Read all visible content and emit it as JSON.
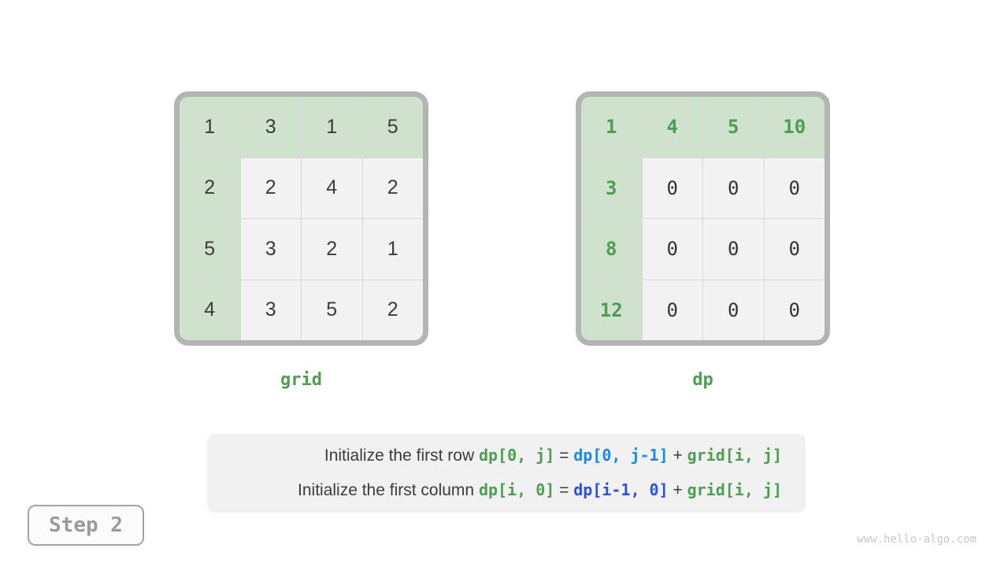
{
  "grids": [
    {
      "name": "grid",
      "label": "grid",
      "cell_font": "sans",
      "highlight_values_green": false,
      "rows": [
        [
          "1",
          "3",
          "1",
          "5"
        ],
        [
          "2",
          "2",
          "4",
          "2"
        ],
        [
          "5",
          "3",
          "2",
          "1"
        ],
        [
          "4",
          "3",
          "5",
          "2"
        ]
      ]
    },
    {
      "name": "dp",
      "label": "dp",
      "cell_font": "mono",
      "highlight_values_green": true,
      "rows": [
        [
          "1",
          "4",
          "5",
          "10"
        ],
        [
          "3",
          "0",
          "0",
          "0"
        ],
        [
          "8",
          "0",
          "0",
          "0"
        ],
        [
          "12",
          "0",
          "0",
          "0"
        ]
      ]
    }
  ],
  "caption": {
    "lines": [
      {
        "segments": [
          {
            "text": "Initialize the first row ",
            "style": "plain"
          },
          {
            "text": "dp[0, j]",
            "style": "code-green"
          },
          {
            "text": " = ",
            "style": "plain"
          },
          {
            "text": "dp[0, j-1]",
            "style": "code-blue-light"
          },
          {
            "text": " + ",
            "style": "plain"
          },
          {
            "text": "grid[i, j]",
            "style": "code-green"
          }
        ]
      },
      {
        "segments": [
          {
            "text": "Initialize the first column ",
            "style": "plain"
          },
          {
            "text": "dp[i, 0]",
            "style": "code-green"
          },
          {
            "text": " = ",
            "style": "plain"
          },
          {
            "text": "dp[i-1, 0]",
            "style": "code-blue-dark"
          },
          {
            "text": " + ",
            "style": "plain"
          },
          {
            "text": "grid[i, j]",
            "style": "code-green"
          }
        ]
      }
    ]
  },
  "step_badge": {
    "label": "Step 2"
  },
  "watermark": {
    "text": "www.hello-algo.com"
  },
  "colors": {
    "highlight_cell": "#cfe2ce",
    "plain_cell": "#f2f2f2",
    "cell_divider": "#d8d8d8",
    "grid_border": "#b4b4b4",
    "green_text": "#4f9c54",
    "blue_light": "#1e88e5",
    "blue_dark": "#2d52d4",
    "dark_text": "#3b3b3b",
    "caption_bg": "#f1f1f1",
    "step_bg": "#fbfbfb",
    "step_border": "#a3a3a3",
    "step_text": "#9a9a9a",
    "watermark_text": "#c8c8c8"
  }
}
